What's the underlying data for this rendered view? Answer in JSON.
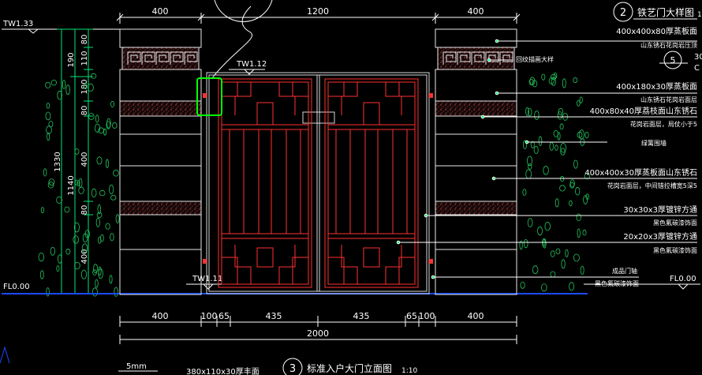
{
  "colors": {
    "bg": "#000000",
    "dim": "#ffffff",
    "grid": "#00e676",
    "gate": "#ff3030",
    "stone": "#e8e8e8",
    "frame": "#d9d9d9",
    "accent": "#00ff00",
    "ground": "#1a4cff",
    "leaf": "#22c55e"
  },
  "top_dims": {
    "left": "400",
    "mid": "1200",
    "right": "400"
  },
  "title2": {
    "num": "2",
    "text": "铁艺门大样图"
  },
  "ref_top_sub": "1",
  "tags": {
    "tw133": "TW1.33",
    "tw112": "TW1.12",
    "tw111": "TW1.11",
    "fl_left": "FL0.00",
    "fl_right": "FL0.00"
  },
  "vert_outer": {
    "a": "190",
    "b": "1330",
    "c": "1140"
  },
  "vert_inner": [
    "80",
    "110",
    "180",
    "80",
    "400",
    "80",
    "400"
  ],
  "callout5": {
    "num": "5",
    "left_text": "回纹描画大样",
    "edge": "30",
    "edge2": "C"
  },
  "notes": [
    {
      "main": "400x400x80厚蒸板面",
      "sub": "山东锈石花岗岩压顶"
    },
    {
      "main": "400x180x30厚蒸板面",
      "sub": "山东锈石花岗岩面层"
    },
    {
      "main": "400x80x40厚荔枝面山东锈石",
      "sub": "花岗岩面层，局仗小于5"
    },
    {
      "main": "",
      "sub": "绿篱围墙"
    },
    {
      "main": "400x400x30厚蒸板面山东锈石",
      "sub": "花岗岩面层，中间错拉槽宽5深5"
    },
    {
      "main": "30x30x3厚镀锌方通",
      "sub": "黑色氟碳漆饰面"
    },
    {
      "main": "20x20x3厚镀锌方通",
      "sub": "黑色氟碳漆饰面"
    },
    {
      "main": "",
      "sub": "成品门轴"
    },
    {
      "main": "",
      "sub": "黑色氟碳漆饰面"
    }
  ],
  "bottom_dims": [
    "400",
    "100",
    "65",
    "435",
    "435",
    "65",
    "100",
    "400"
  ],
  "total_dim": "2000",
  "title3": {
    "num": "3",
    "text": "标准入户大门立面图",
    "scale": "1:10"
  },
  "bottom_left": {
    "dim": "5mm",
    "note": "380x110x30厚丰面"
  }
}
